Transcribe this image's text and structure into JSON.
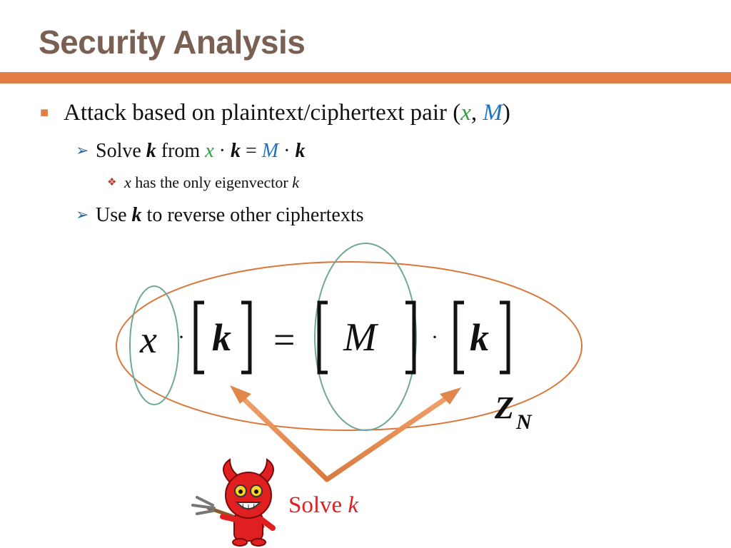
{
  "slide": {
    "title": "Security Analysis",
    "bullets": {
      "l1": {
        "text": "Attack based on plaintext/ciphertext pair (",
        "x": "x",
        "comma": ", ",
        "M": "M",
        "close": ")"
      },
      "l2": {
        "solve": "Solve ",
        "k": "k",
        "from": " from ",
        "x": "x",
        "dot1": " · ",
        "k2": "k",
        "eq": " = ",
        "M": "M",
        "dot2": " · ",
        "k3": "k"
      },
      "l3": {
        "x": "x",
        "text": " has the only eigenvector ",
        "k": "k"
      },
      "l4": {
        "use": "Use ",
        "k": "k",
        "text": " to reverse other ciphertexts"
      }
    },
    "equation": {
      "x": "x",
      "dot": "·",
      "k": "k",
      "equals": "=",
      "M": "M",
      "k2": "k",
      "ring_Z": "Z",
      "ring_N": "N"
    },
    "annotation": {
      "solve": "Solve ",
      "k": "k"
    },
    "colors": {
      "title": "#7a6052",
      "accent_bar": "#e07e45",
      "x_var": "#2e9e3f",
      "M_var": "#1f73c2",
      "ellipse_orange": "#d9773a",
      "ellipse_teal": "#6fa79a",
      "devil_red": "#e02020"
    }
  }
}
